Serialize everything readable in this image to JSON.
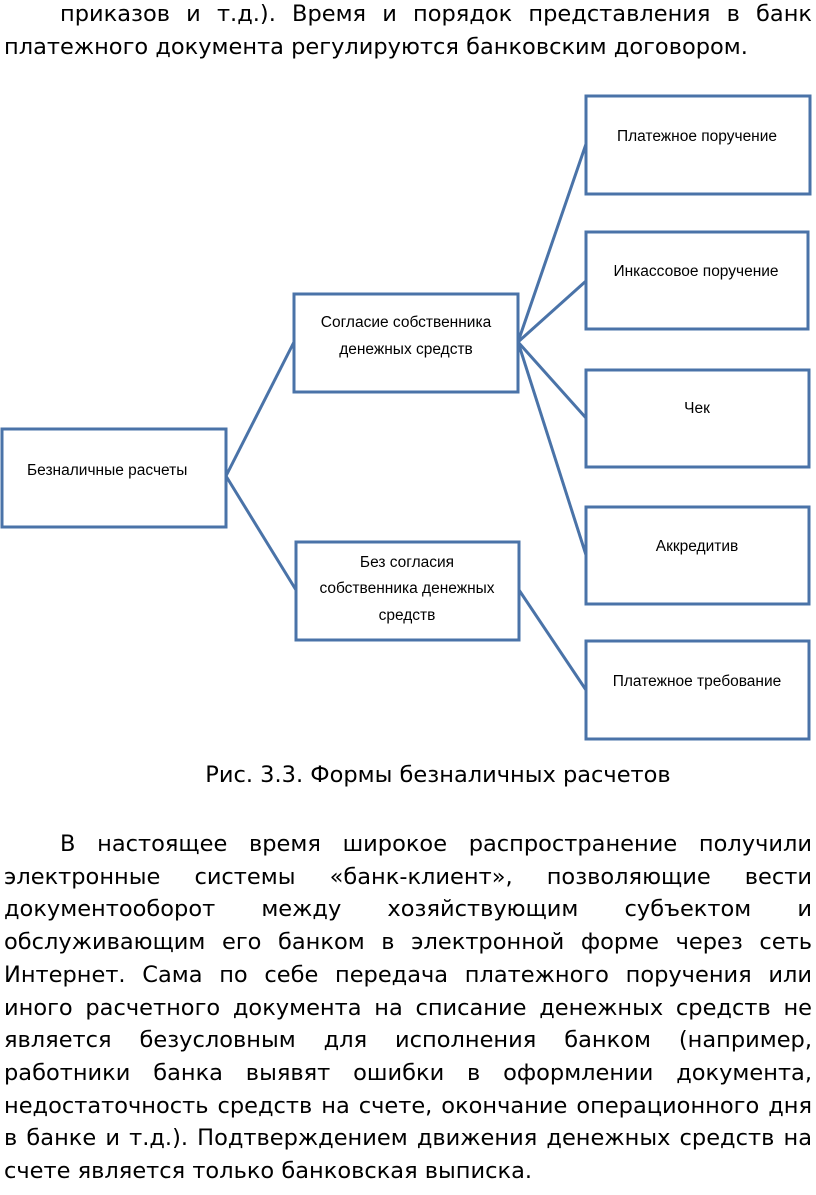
{
  "paragraph_top": "приказов и т.д.). Время и порядок представления в банк платежного документа регулируются банковским договором.",
  "diagram": {
    "root": "Безналичные расчеты",
    "with_consent": [
      "Согласие собственника",
      "денежных средств"
    ],
    "without_consent": [
      "Без согласия",
      "собственника денежных",
      "средств"
    ],
    "payment_order": "Платежное поручение",
    "collection_order": "Инкассовое поручение",
    "cheque": "Чек",
    "letter_of_credit": "Аккредитив",
    "payment_request": "Платежное требование",
    "stroke_color": "#4a73a8"
  },
  "caption": "Рис. 3.3. Формы безналичных расчетов",
  "paragraph_bottom": "В настоящее время широкое распространение получили электронные системы «банк-клиент», позволяющие вести документооборот между хозяйствующим субъектом и обслуживающим его банком в электронной форме через сеть Интернет. Сама по себе передача платежного поручения или иного расчетного документа на списание денежных средств не является безусловным для исполнения банком (например, работники банка выявят ошибки в оформлении документа, недостаточность средств на счете, окончание операционного дня в банке и т.д.). Подтверждением движения денежных средств на счете является только банковская выписка."
}
